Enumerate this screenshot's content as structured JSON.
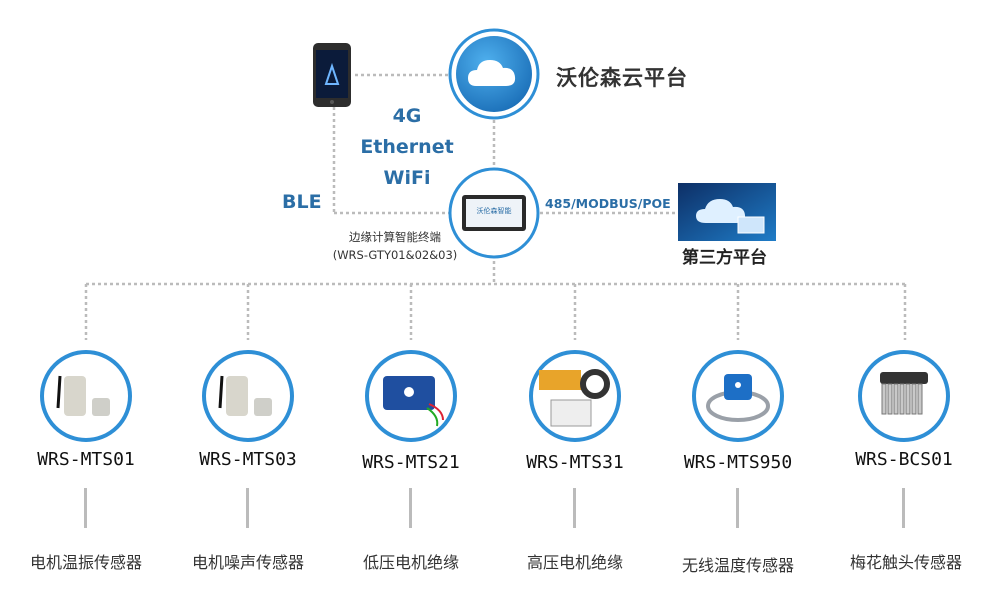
{
  "cloud_platform": "沃伦森云平台",
  "network": [
    "4G",
    "Ethernet",
    "WiFi"
  ],
  "ble_label": "BLE",
  "protocol_label": "485/MODBUS/POE",
  "third_party_label": "第三方平台",
  "gateway_name": "边缘计算智能终端",
  "gateway_model": "(WRS-GTY01&02&03)",
  "gateway_screen_text": "沃伦森智能",
  "colors": {
    "accent": "#2e8fd6",
    "label_blue": "#2b6ea6",
    "line": "#bbbbbb"
  },
  "devices": [
    {
      "model": "WRS-MTS01",
      "desc": "电机温振传感器"
    },
    {
      "model": "WRS-MTS03",
      "desc": "电机噪声传感器"
    },
    {
      "model": "WRS-MTS21",
      "desc": "低压电机绝缘"
    },
    {
      "model": "WRS-MTS31",
      "desc": "高压电机绝缘"
    },
    {
      "model": "WRS-MTS950",
      "desc": "无线温度传感器"
    },
    {
      "model": "WRS-BCS01",
      "desc": "梅花触头传感器"
    }
  ]
}
